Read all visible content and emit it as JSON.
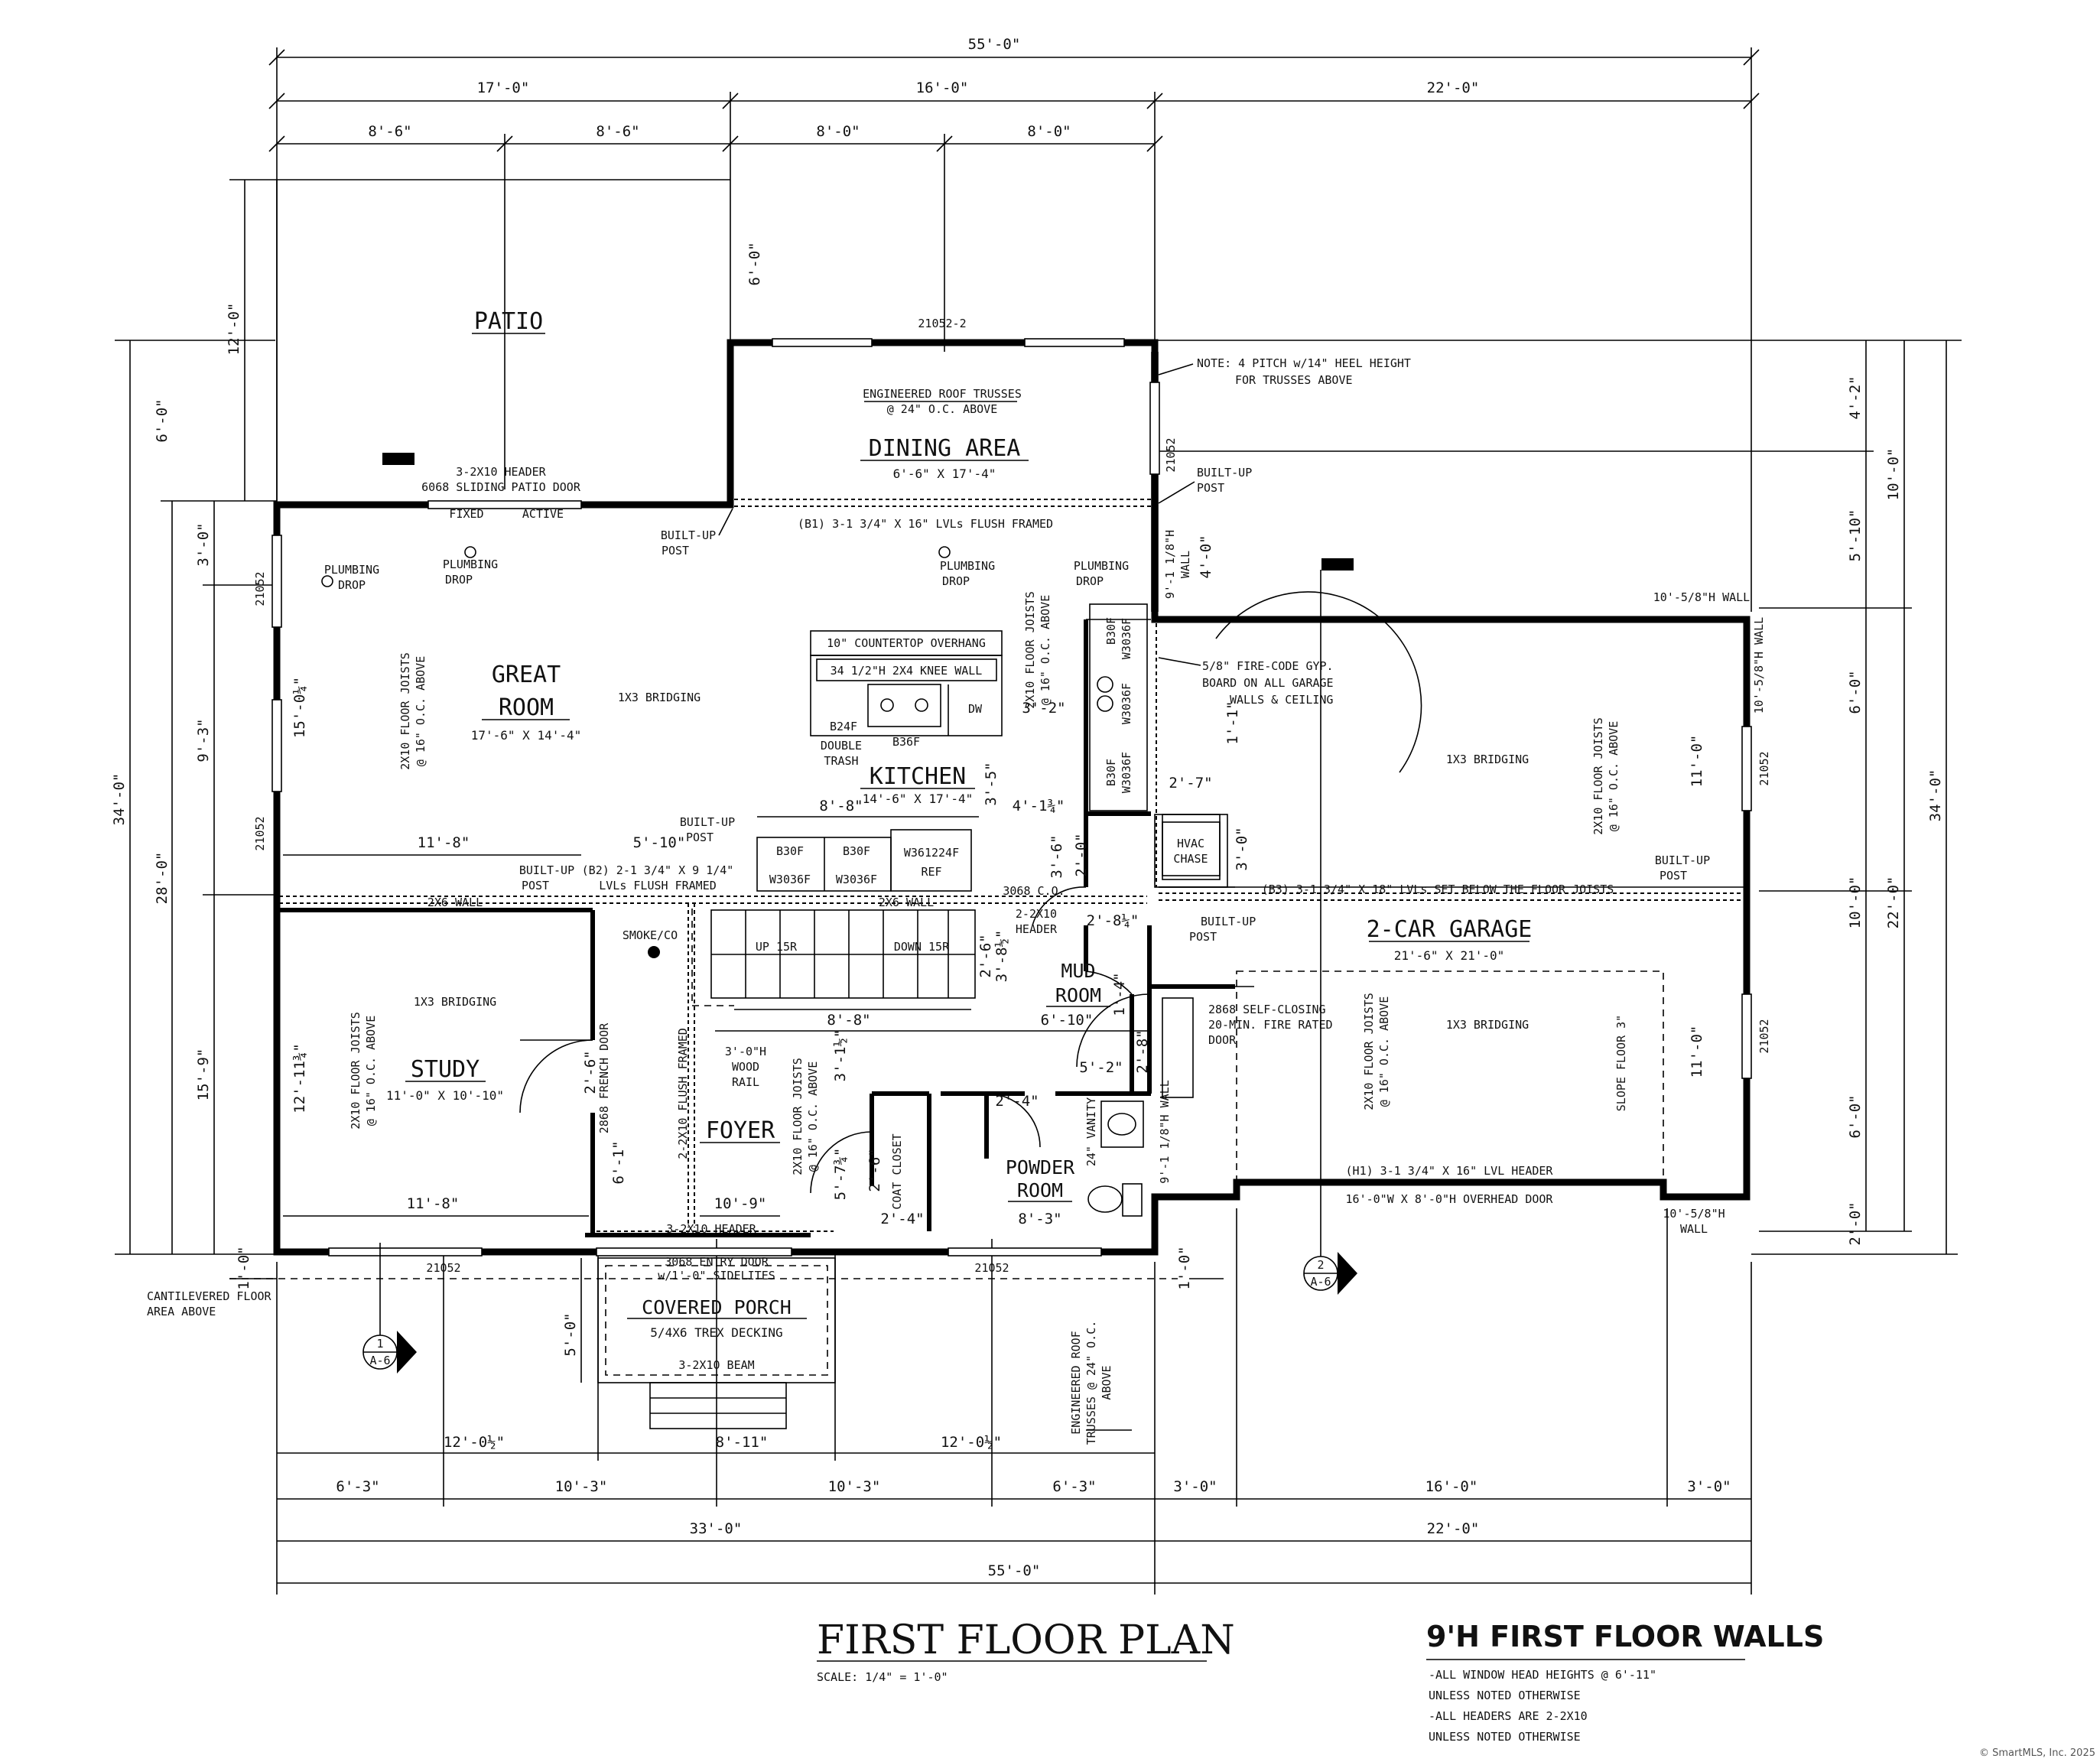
{
  "title": {
    "main": "FIRST FLOOR PLAN",
    "scale": "SCALE: 1/4\" = 1'-0\"",
    "walls_heading": "9'H FIRST FLOOR WALLS",
    "notes": [
      "-ALL WINDOW HEAD HEIGHTS @ 6'-11\"",
      " UNLESS NOTED OTHERWISE",
      "-ALL HEADERS ARE 2-2X10",
      " UNLESS NOTED OTHERWISE"
    ]
  },
  "copyright": "© SmartMLS, Inc. 2025",
  "dimensions": {
    "top": [
      "55'-0\"",
      "17'-0\"",
      "16'-0\"",
      "22'-0\"",
      "8'-6\"",
      "8'-6\"",
      "8'-0\"",
      "8'-0\""
    ],
    "bottom": [
      "12'-0½\"",
      "8'-11\"",
      "12'-0½\"",
      "6'-3\"",
      "10'-3\"",
      "10'-3\"",
      "6'-3\"",
      "3'-0\"",
      "16'-0\"",
      "3'-0\"",
      "33'-0\"",
      "22'-0\"",
      "55'-0\""
    ],
    "left": [
      "12'-0\"",
      "6'-0\"",
      "3'-0\"",
      "9'-3\"",
      "15'-9\"",
      "28'-0\"",
      "34'-0\"",
      "1'-0\""
    ],
    "right": [
      "4'-2\"",
      "5'-10\"",
      "10'-0\"",
      "6'-0\"",
      "10'-0\"",
      "6'-0\"",
      "2'-0\"",
      "22'-0\"",
      "34'-0\"",
      "1'-0\""
    ],
    "interior": [
      "15'-0¼\"",
      "11'-8\"",
      "12'-11¾\"",
      "11'-8\"",
      "6'-0\"",
      "4'-0\"",
      "1'-1\"",
      "3'-0\"",
      "2'-7\"",
      "3'-6\"",
      "2'-0\"",
      "2'-8¼\"",
      "3'-8½\"",
      "2'-6\"",
      "1'-4\"",
      "8'-8\"",
      "6'-10\"",
      "5'-2\"",
      "2'-8\"",
      "2'-4\"",
      "3'-1½\"",
      "5'-7¾\"",
      "2'-6\"",
      "2'-4\"",
      "8'-3\"",
      "10'-9\"",
      "6'-1\"",
      "2'-6\"",
      "3'-2\"",
      "3'-5\"",
      "4'-1¾\"",
      "8'-8\"",
      "5'-10\"",
      "11'-0\"",
      "11'-0\"",
      "5'-0\""
    ]
  },
  "rooms": {
    "patio": "PATIO",
    "dining": {
      "name": "DINING AREA",
      "size": "6'-6\" X 17'-4\""
    },
    "great_room": {
      "name1": "GREAT",
      "name2": "ROOM",
      "size": "17'-6\" X 14'-4\""
    },
    "kitchen": {
      "name": "KITCHEN",
      "size": "14'-6\" X 17'-4\""
    },
    "study": {
      "name": "STUDY",
      "size": "11'-0\" X 10'-10\""
    },
    "foyer": "FOYER",
    "mud_room": {
      "name1": "MUD",
      "name2": "ROOM"
    },
    "powder_room": {
      "name1": "POWDER",
      "name2": "ROOM"
    },
    "garage": {
      "name": "2-CAR GARAGE",
      "size": "21'-6\" X 21'-0\""
    },
    "porch": {
      "name": "COVERED PORCH",
      "sub": "5/4X6 TREX DECKING"
    },
    "coat_closet": "COAT CLOSET"
  },
  "notes": {
    "truss_top": "ENGINEERED ROOF TRUSSES",
    "truss_top2": "@ 24\" O.C. ABOVE",
    "pitch1": "NOTE: 4 PITCH w/14\" HEEL HEIGHT",
    "pitch2": "FOR TRUSSES ABOVE",
    "win_21052_2": "21052-2",
    "header_patio": "3-2X10 HEADER",
    "patio_door": "6068 SLIDING PATIO DOOR",
    "fixed": "FIXED",
    "active": "ACTIVE",
    "beam_b1": "(B1) 3-1 3/4\" X 16\" LVLs FLUSH FRAMED",
    "beam_b2a": "(B2) 2-1 3/4\" X 9 1/4\"",
    "beam_b2b": "LVLs FLUSH FRAMED",
    "beam_b3": "(B3) 3-1 3/4\" X 18\" LVLs SET BELOW THE FLOOR JOISTS",
    "beam_h1": "(H1) 3-1 3/4\" X 16\" LVL HEADER",
    "overhead_door": "16'-0\"W X 8'-0\"H OVERHEAD DOOR",
    "builtup": "BUILT-UP",
    "post": "POST",
    "plumbing": "PLUMBING",
    "drop": "DROP",
    "joists1": "2X10 FLOOR JOISTS",
    "joists2": "@ 16\" O.C. ABOVE",
    "bridging": "1X3 BRIDGING",
    "countertop": "10\" COUNTERTOP OVERHANG",
    "knee_wall": "34 1/2\"H 2X4 KNEE WALL",
    "b24f": "B24F",
    "b36f": "B36F",
    "dw": "DW",
    "double": "DOUBLE",
    "trash": "TRASH",
    "b30f": "B30F",
    "w3036f": "W3036F",
    "w361224f": "W361224F",
    "ref": "REF",
    "wall_2x6": "2X6 WALL",
    "smoke": "SMOKE/CO",
    "up": "UP 15R",
    "down": "DOWN 15R",
    "wood_rail1": "3'-0\"H",
    "wood_rail2": "WOOD",
    "wood_rail3": "RAIL",
    "flush_framed": "2-2X10 FLUSH FRAMED",
    "french_door": "2868 FRENCH DOOR",
    "entry1": "3068 ENTRY DOOR",
    "entry2": "w/1'-0\" SIDELITES",
    "header_entry": "3-2X10 HEADER",
    "porch_beam": "3-2X10 BEAM",
    "win_21052": "21052",
    "cantilever1": "CANTILEVERED FLOOR",
    "cantilever2": "AREA ABOVE",
    "fire_code1": "5/8\" FIRE-CODE GYP.",
    "fire_code2": "BOARD ON ALL GARAGE",
    "fire_code3": "WALLS & CEILING",
    "wall_1058": "10'-5/8\"H WALL",
    "wall_911": "9'-1 1/8\"H",
    "wall": "WALL",
    "wall_911_full": "9'-1 1/8\"H WALL",
    "hvac1": "HVAC",
    "hvac2": "CHASE",
    "co_3068": "3068 C.O.",
    "header_2x10a": "2-2X10",
    "header_2x10b": "HEADER",
    "self_closing1": "2868 SELF-CLOSING",
    "self_closing2": "20-MIN. FIRE RATED",
    "self_closing3": "DOOR",
    "vanity": "24\" VANITY",
    "slope": "SLOPE FLOOR 3\"",
    "eng_roof1": "ENGINEERED ROOF",
    "eng_roof2": "TRUSSES @ 24\" O.C.",
    "eng_roof3": "ABOVE",
    "wall_1058b1": "10'-5/8\"H",
    "sec1_num": "1",
    "sec1_ref": "A-6",
    "sec2_num": "2",
    "sec2_ref": "A-6"
  }
}
